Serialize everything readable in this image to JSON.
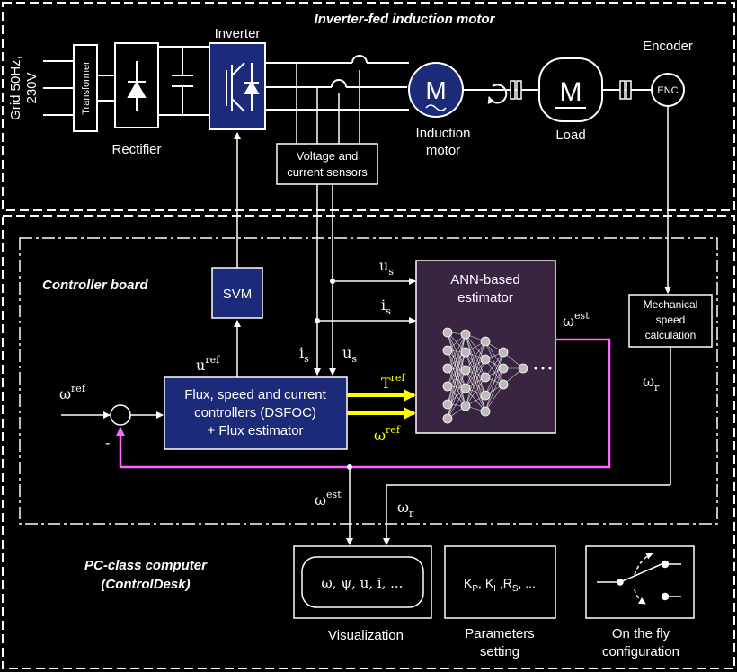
{
  "sections": {
    "top_title": "Inverter-fed induction motor",
    "controller_title": "Controller board",
    "pc_title_line1": "PC-class computer",
    "pc_title_line2": "(ControlDesk)"
  },
  "power": {
    "grid_line1": "Grid 50Hz,",
    "grid_line2": "230V",
    "transformer": "Transformer",
    "rectifier": "Rectifier",
    "inverter": "Inverter",
    "motor_symbol": "M",
    "motor_line1": "Induction",
    "motor_line2": "motor",
    "load_symbol": "M",
    "load": "Load",
    "encoder": "Encoder",
    "enc": "ENC",
    "sensors_line1": "Voltage and",
    "sensors_line2": "current sensors"
  },
  "control": {
    "svm": "SVM",
    "dsfoc_line1": "Flux, speed and current",
    "dsfoc_line2": "controllers (DSFOC)",
    "dsfoc_line3": "+ Flux estimator",
    "ann_line1": "ANN-based",
    "ann_line2": "estimator",
    "mech_line1": "Mechanical",
    "mech_line2": "speed",
    "mech_line3": "calculation",
    "minus": "-"
  },
  "signals": {
    "u_ref": "u",
    "u_ref_sup": "ref",
    "omega_ref_in": "ω",
    "omega_ref_in_sup": "ref",
    "us_top": "u",
    "us_top_sub": "s",
    "is_top": "i",
    "is_top_sub": "s",
    "is_left": "i",
    "is_left_sub": "s",
    "us_left": "u",
    "us_left_sub": "s",
    "t_ref": "T",
    "t_ref_sup": "ref",
    "omega_ref_ann": "ω",
    "omega_ref_ann_sup": "ref",
    "omega_est_right": "ω",
    "omega_est_right_sup": "est",
    "omega_r_right": "ω",
    "omega_r_right_sub": "r",
    "omega_est_bottom": "ω",
    "omega_est_bottom_sup": "est",
    "omega_r_bottom": "ω",
    "omega_r_bottom_sub": "r"
  },
  "pc": {
    "vis_content": "ω, ψ, u, i, ...",
    "visualization": "Visualization",
    "param_content": "K",
    "param_sub1": "P",
    "param_sep1": ", K",
    "param_sub2": "I",
    "param_sep2": " ,R",
    "param_sub3": "S",
    "param_end": ", ...",
    "param_line1": "Parameters",
    "param_line2": "setting",
    "fly_line1": "On the fly",
    "fly_line2": "configuration"
  },
  "colors": {
    "background": "#000000",
    "block_blue": "#1c2a7a",
    "ann_purple": "#3a2540",
    "feedback_magenta": "#ff66ff",
    "yellow_signal": "#ffff00",
    "line_white": "#ffffff"
  },
  "icons": [
    "diode-bridge-icon",
    "capacitor-icon",
    "igbt-icon",
    "current-sensor-icon",
    "coupling-icon",
    "neural-network-icon",
    "switch-icon"
  ]
}
